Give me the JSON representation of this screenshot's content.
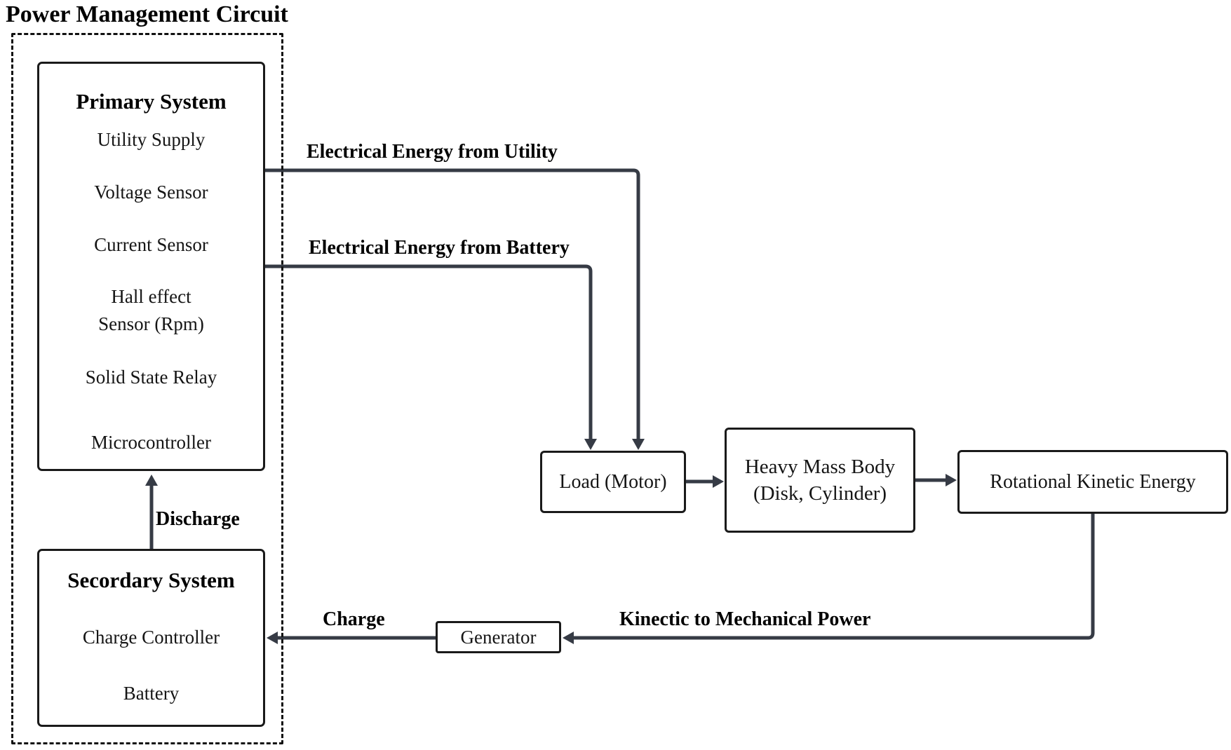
{
  "title": "Power Management Circuit",
  "primary_system": {
    "heading": "Primary System",
    "lines": [
      "Utility Supply",
      "Voltage Sensor",
      "Current Sensor",
      "Hall effect",
      "Sensor (Rpm)",
      "Solid State Relay",
      "Microcontroller"
    ]
  },
  "secondary_system": {
    "heading": "Secordary System",
    "lines": [
      "Charge Controller",
      "Battery"
    ]
  },
  "nodes": {
    "load": "Load (Motor)",
    "heavy_mass_body_line1": "Heavy Mass Body",
    "heavy_mass_body_line2": "(Disk, Cylinder)",
    "rotational_kinetic_energy": "Rotational Kinetic Energy",
    "generator": "Generator"
  },
  "edge_labels": {
    "utility": "Electrical Energy from Utility",
    "battery": "Electrical Energy from Battery",
    "discharge": "Discharge",
    "charge": "Charge",
    "kinetic": "Kinectic to Mechanical Power"
  },
  "colors": {
    "connector": "#363b45",
    "box_border": "#1a1a1a",
    "text": "#111111",
    "background": "#ffffff"
  }
}
